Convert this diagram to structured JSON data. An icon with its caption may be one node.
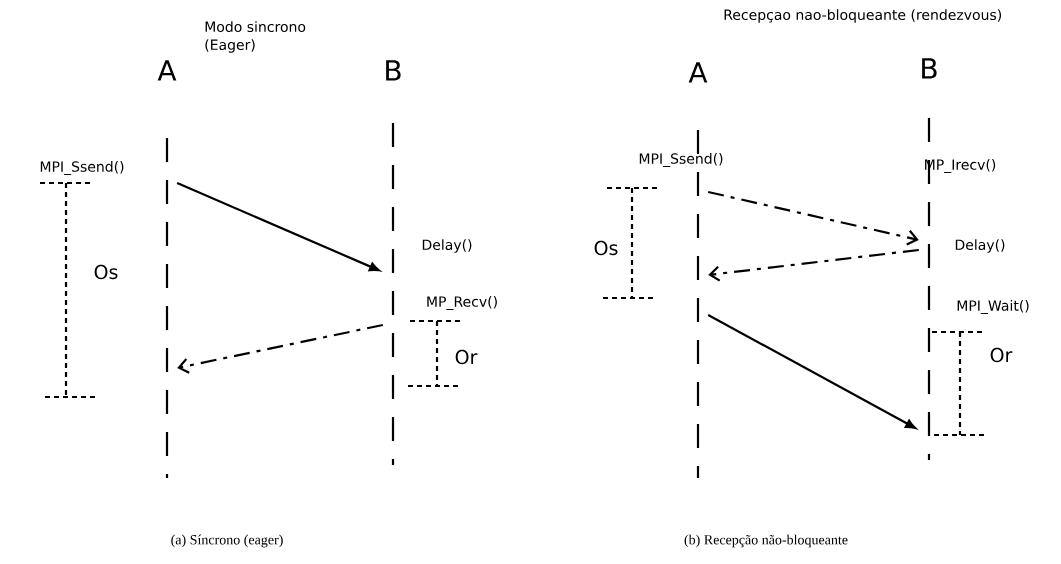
{
  "diagram": {
    "nodes": [
      {
        "text": [
          "A"
        ]
      },
      {
        "text": [
          "B"
        ]
      },
      {
        "text": [
          "A"
        ]
      },
      {
        "text": [
          "B"
        ]
      }
    ],
    "edges": [
      {
        "from": 0,
        "to": 1,
        "arrow": "to"
      },
      {
        "from": 1,
        "to": 0,
        "arrow": "to",
        "style": "dashed"
      },
      {
        "from": 2,
        "to": 3,
        "arrow": "to",
        "style": "dashed"
      },
      {
        "from": 3,
        "to": 2,
        "arrow": "to",
        "style": "dashed"
      },
      {
        "from": 2,
        "to": 3,
        "arrow": "to"
      }
    ],
    "labels": [
      "Modo sincrono (Eager)",
      "MPI_Ssend()",
      "Os",
      "Delay()",
      "MP_Recv()",
      "Or",
      "Recepçao nao-bloqueante (rendezvous)",
      "MPI_Ssend()",
      "MP_Irecv()",
      "Os",
      "Delay()",
      "MPI_Wait()",
      "Or",
      "(a) Síncrono (eager)",
      "(b) Recepção não-bloqueante"
    ]
  }
}
